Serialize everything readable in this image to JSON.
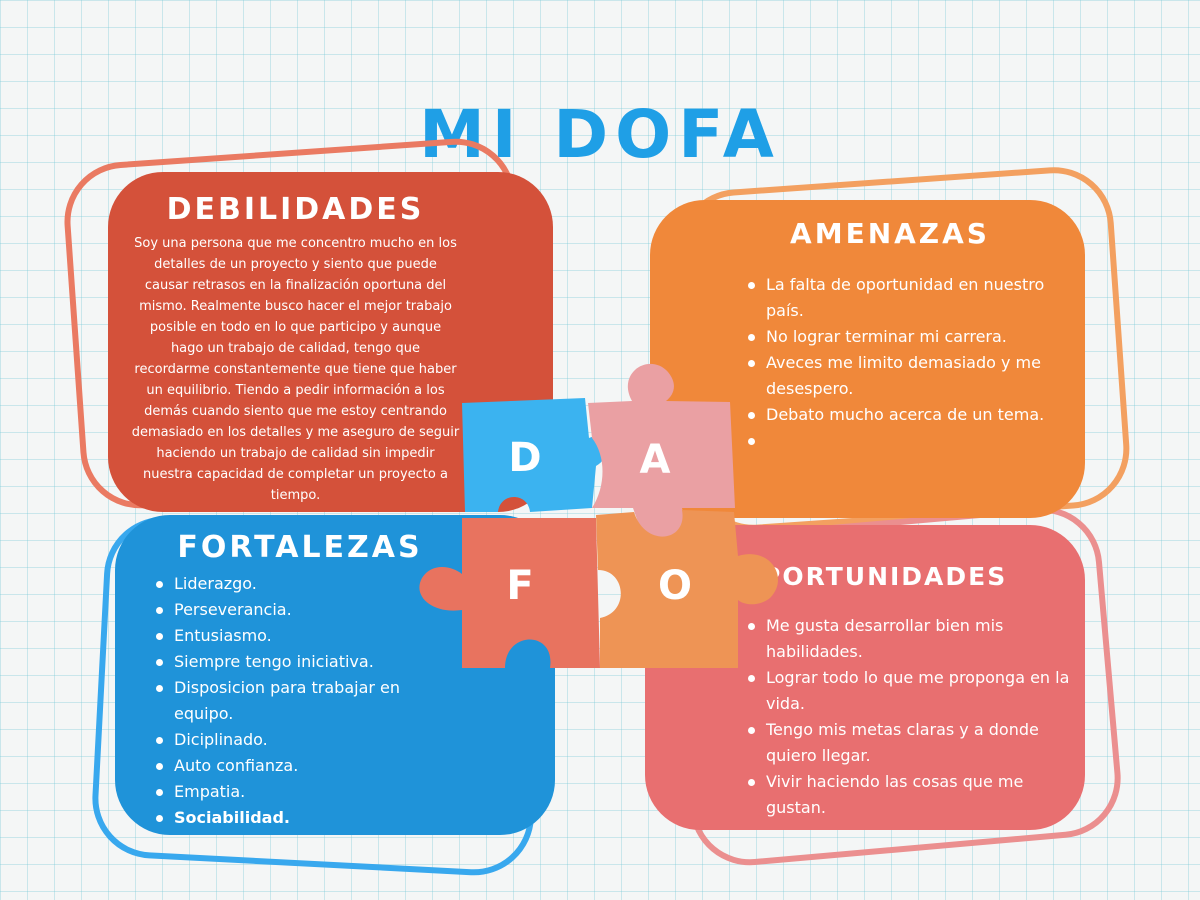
{
  "title": "MI DOFA",
  "colors": {
    "title": "#1f9fe6",
    "debilidades": "#d4513a",
    "amenazas": "#f0883a",
    "fortalezas": "#1f93d9",
    "oportunidades": "#e86f70"
  },
  "debilidades": {
    "title": "DEBILIDADES",
    "lines": [
      "Soy una persona que me concentro mucho en los",
      "detalles de un proyecto y siento que puede",
      "causar retrasos en la finalización oportuna del",
      "mismo. Realmente busco hacer el mejor trabajo",
      "posible en todo en lo que participo y aunque",
      "hago un trabajo de calidad, tengo que",
      "recordarme constantemente que tiene que haber",
      "un equilibrio. Tiendo a pedir información a los",
      "demás cuando siento que me estoy centrando",
      "demasiado en los detalles y me aseguro de seguir",
      "haciendo un trabajo de calidad sin impedir",
      "nuestra capacidad de completar un proyecto a",
      "tiempo."
    ]
  },
  "amenazas": {
    "title": "AMENAZAS",
    "items": [
      "La falta de oportunidad en nuestro país.",
      "No lograr terminar mi carrera.",
      "Aveces me limito demasiado y me desespero.",
      "Debato mucho acerca de un tema.",
      ""
    ]
  },
  "fortalezas": {
    "title": "FORTALEZAS",
    "items": [
      "Liderazgo.",
      "Perseverancia.",
      "Entusiasmo.",
      "Siempre tengo iniciativa.",
      "Disposicion para trabajar en equipo.",
      "Diciplinado.",
      "Auto confianza.",
      "Empatia.",
      "Sociabilidad."
    ]
  },
  "oportunidades": {
    "title": "OPORTUNIDADES",
    "items": [
      "Me gusta desarrollar bien mis habilidades.",
      "Lograr todo lo que me proponga en la vida.",
      "Tengo mis metas claras y a donde quiero llegar.",
      "Vivir haciendo las cosas que me gustan."
    ]
  },
  "puzzle": {
    "d": "D",
    "a": "A",
    "f": "F",
    "o": "O"
  }
}
